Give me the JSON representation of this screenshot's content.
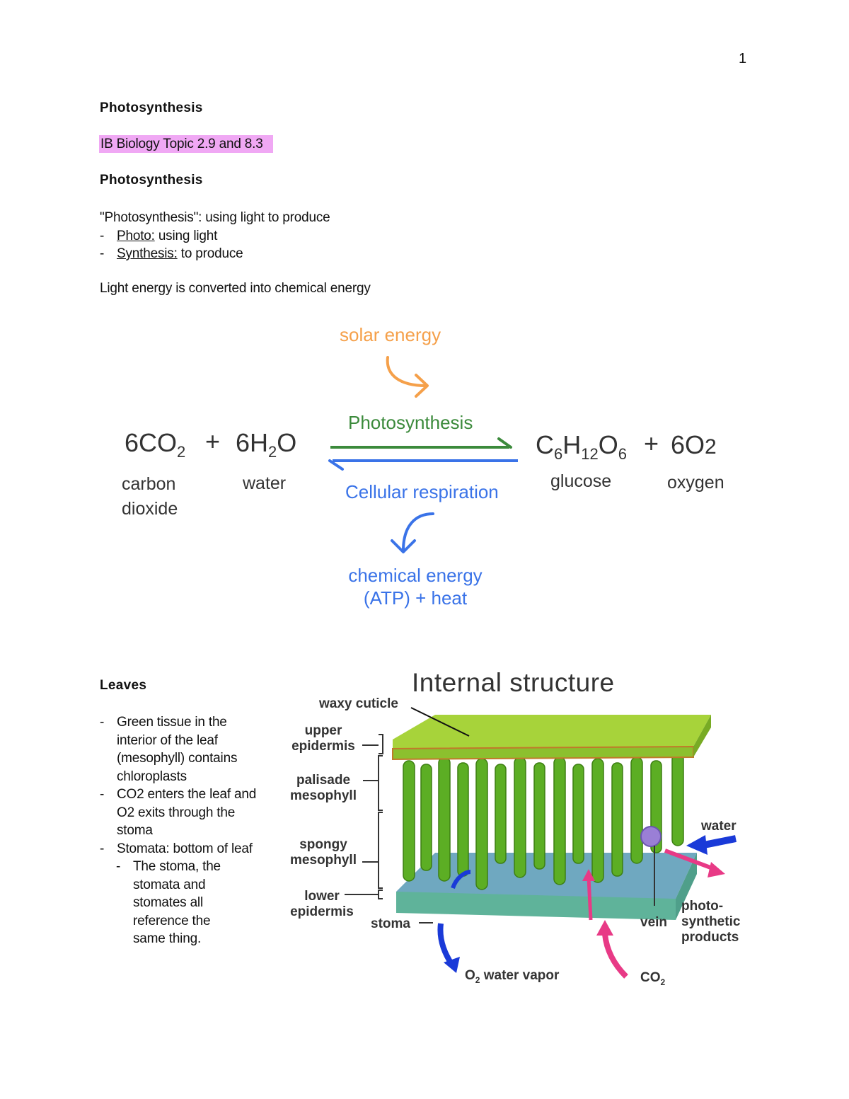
{
  "page_number": "1",
  "title": "Photosynthesis",
  "subtitle_highlight": "IB Biology Topic 2.9 and 8.3",
  "section_heading": "Photosynthesis",
  "definition": {
    "line": "\"Photosynthesis\": using light to produce",
    "items": [
      {
        "dash": "-",
        "term": "Photo:",
        "text": " using light"
      },
      {
        "dash": "-",
        "term": "Synthesis:",
        "text": " to produce"
      }
    ]
  },
  "energy_statement": "Light energy is converted into chemical energy",
  "equation_diagram": {
    "solar": "solar energy",
    "forward": "Photosynthesis",
    "reverse": "Cellular respiration",
    "chemical_1": "chemical energy",
    "chemical_2": "(ATP) + heat",
    "reactants": {
      "co2_coef": "6CO",
      "co2_sub": "2",
      "plus": "+",
      "h2o_a": "6H",
      "h2o_sub": "2",
      "h2o_b": "O",
      "co2_label_1": "carbon",
      "co2_label_2": "dioxide",
      "h2o_label": "water"
    },
    "products": {
      "g1": "C",
      "g_sub1": "6",
      "g2": "H",
      "g_sub2": "12",
      "g3": "O",
      "g_sub3": "6",
      "plus": "+",
      "o2": "6O",
      "o2_sub": "2",
      "glucose_label": "glucose",
      "oxygen_label": "oxygen"
    },
    "colors": {
      "solar": "#f5a04a",
      "photosynthesis": "#3b8a3b",
      "respiration": "#3a73e8"
    }
  },
  "leaves": {
    "heading": "Leaves",
    "items": [
      {
        "dash": "-",
        "text": "Green tissue in the interior of the leaf (mesophyll) contains chloroplasts"
      },
      {
        "dash": "-",
        "text": "CO2 enters the leaf and O2 exits through the stoma"
      },
      {
        "dash": "-",
        "text": "Stomata: bottom of leaf"
      }
    ],
    "sub_item": {
      "dash": "-",
      "text": "The stoma, the stomata and stomates all reference the same thing."
    }
  },
  "leaf_diagram": {
    "title": "Internal structure",
    "labels": {
      "waxy_cuticle": "waxy cuticle",
      "upper_1": "upper",
      "upper_2": "epidermis",
      "palisade_1": "palisade",
      "palisade_2": "mesophyll",
      "spongy_1": "spongy",
      "spongy_2": "mesophyll",
      "lower_1": "lower",
      "lower_2": "epidermis",
      "stoma": "stoma",
      "water": "water",
      "vein": "vein",
      "photo_1": "photo-",
      "photo_2": "synthetic",
      "photo_3": "products",
      "o2_a": "O",
      "o2_sub": "2",
      "o2_b": " water vapor",
      "co2_a": "CO",
      "co2_sub": "2"
    }
  }
}
